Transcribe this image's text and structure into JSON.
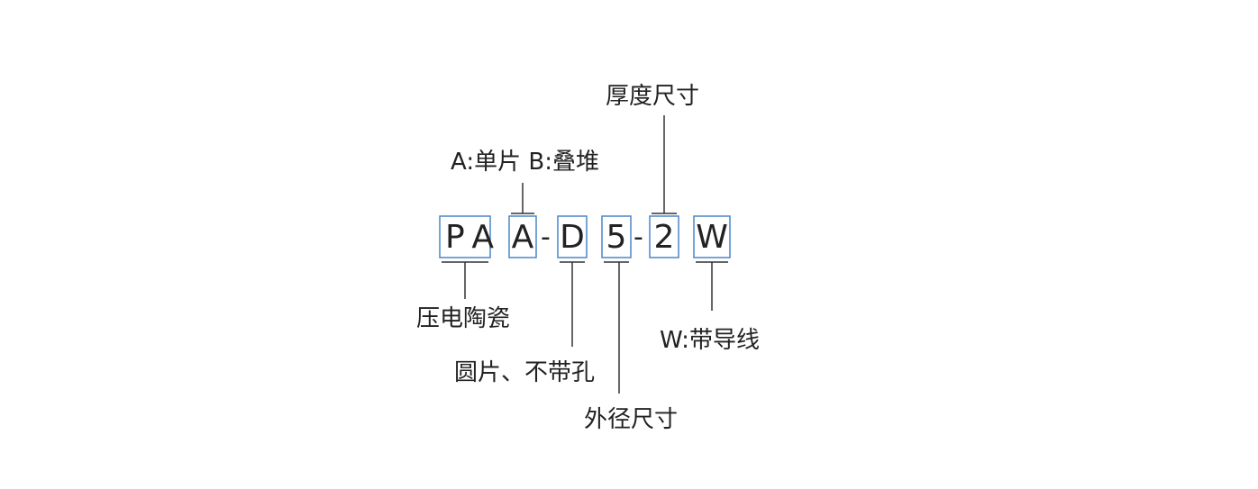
{
  "code_parts": [
    {
      "key": "pa",
      "text": "PA"
    },
    {
      "key": "type",
      "text": "A"
    },
    {
      "key": "dash1",
      "text": "-"
    },
    {
      "key": "shape",
      "text": "D"
    },
    {
      "key": "diameter",
      "text": "5"
    },
    {
      "key": "dash2",
      "text": "-"
    },
    {
      "key": "thickness",
      "text": "2"
    },
    {
      "key": "wire",
      "text": "W"
    }
  ],
  "labels": {
    "thickness": "厚度尺寸",
    "type": "A:单片 B:叠堆",
    "material": "压电陶瓷",
    "shape": "圆片、不带孔",
    "diameter": "外径尺寸",
    "wire": "W:带导线"
  },
  "colors": {
    "box_border": "#4a86c8",
    "line": "#333333",
    "text": "#222222"
  }
}
